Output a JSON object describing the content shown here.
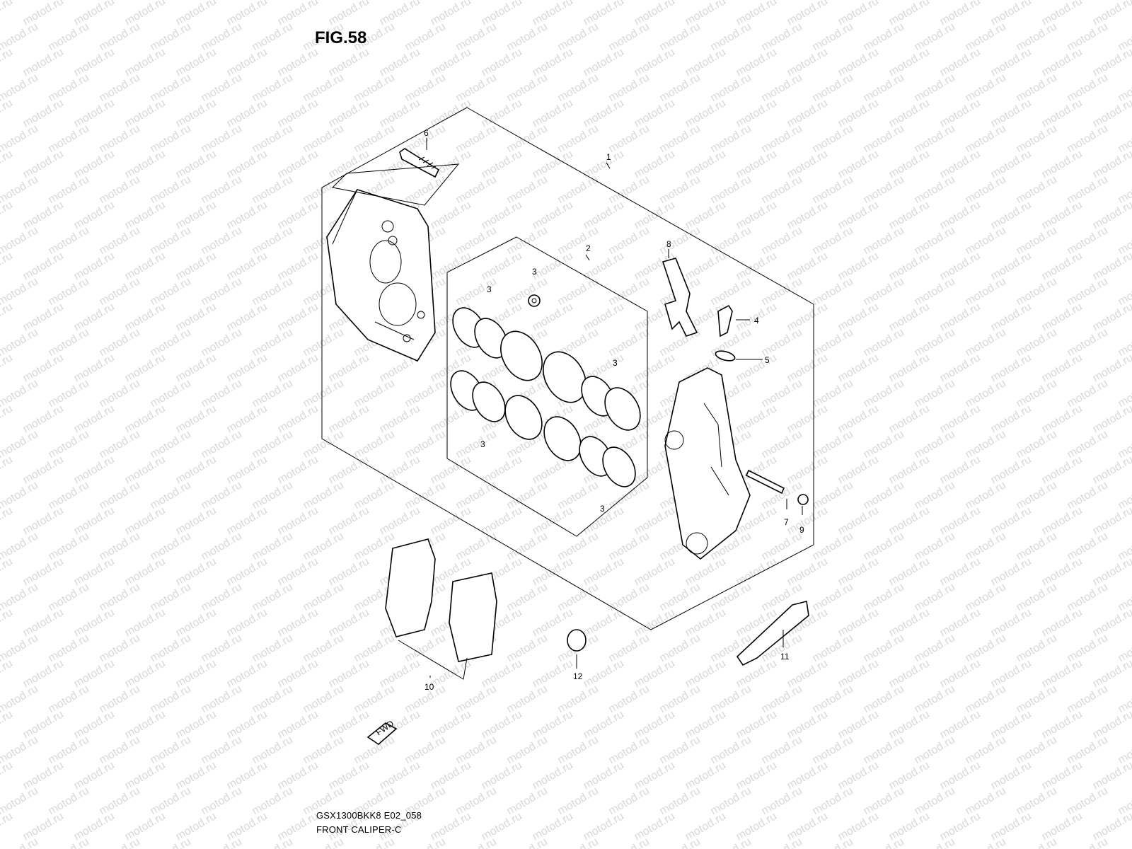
{
  "figure": {
    "title": "FIG.58",
    "model_code": "GSX1300BKK8 E02_058",
    "diagram_name": "FRONT CALIPER-C",
    "watermark_text": "motod.ru",
    "fwd_label": "FWD"
  },
  "callouts": [
    {
      "id": "c1",
      "label": "1"
    },
    {
      "id": "c2",
      "label": "2"
    },
    {
      "id": "c3a",
      "label": "3"
    },
    {
      "id": "c3b",
      "label": "3"
    },
    {
      "id": "c3c",
      "label": "3"
    },
    {
      "id": "c3d",
      "label": "3"
    },
    {
      "id": "c3e",
      "label": "3"
    },
    {
      "id": "c4",
      "label": "4"
    },
    {
      "id": "c5",
      "label": "5"
    },
    {
      "id": "c6",
      "label": "6"
    },
    {
      "id": "c7",
      "label": "7"
    },
    {
      "id": "c8",
      "label": "8"
    },
    {
      "id": "c9",
      "label": "9"
    },
    {
      "id": "c10",
      "label": "10"
    },
    {
      "id": "c11",
      "label": "11"
    },
    {
      "id": "c12",
      "label": "12"
    }
  ],
  "colors": {
    "line": "#000000",
    "watermark": "#d8d8d8",
    "background": "#ffffff"
  }
}
